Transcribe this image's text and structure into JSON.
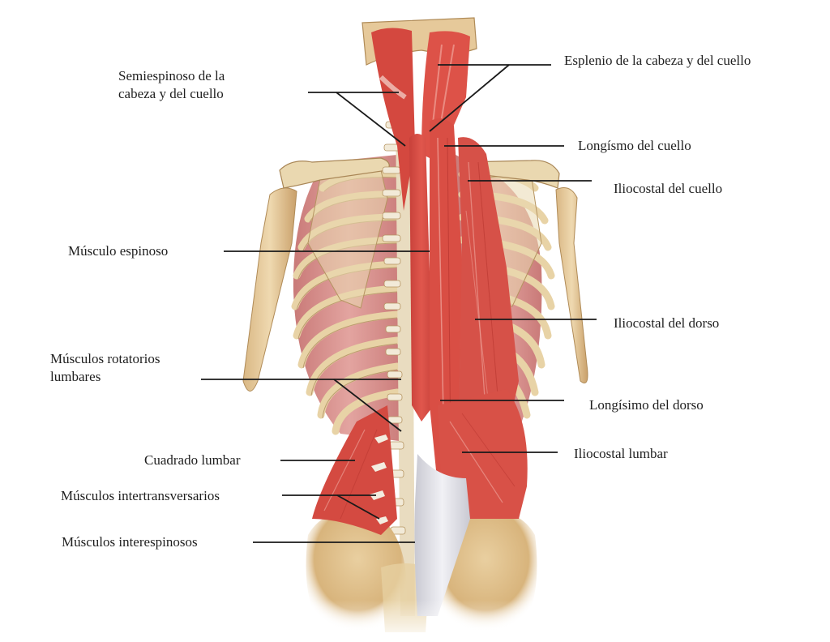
{
  "figure": {
    "subject": "Deep back muscles, posterior view",
    "colors": {
      "background": "#ffffff",
      "muscle": "#d9534a",
      "muscle_dark": "#b8352f",
      "muscle_light": "#ec8a80",
      "bone": "#ead8b0",
      "bone_shadow": "#c9ab78",
      "tendon": "#e4e4ea",
      "leader_line": "#1a1a1a",
      "text": "#1f1f1f"
    }
  },
  "labels": {
    "left": [
      {
        "id": "semiespinoso",
        "text": "Semiespinoso de la\ncabeza y del cuello"
      },
      {
        "id": "espinoso",
        "text": "Músculo espinoso"
      },
      {
        "id": "rotatorios",
        "text": "Músculos rotatorios\nlumbares"
      },
      {
        "id": "cuadrado",
        "text": "Cuadrado lumbar"
      },
      {
        "id": "intertransversarios",
        "text": "Músculos intertransversarios"
      },
      {
        "id": "interespinosos",
        "text": "Músculos interespinosos"
      }
    ],
    "right": [
      {
        "id": "esplenio",
        "text": "Esplenio de la cabeza y del cuello"
      },
      {
        "id": "longisimo-cuello",
        "text": "Longísmo del cuello"
      },
      {
        "id": "iliocostal-cuello",
        "text": "Iliocostal del cuello"
      },
      {
        "id": "iliocostal-dorso",
        "text": "Iliocostal del dorso"
      },
      {
        "id": "longisimo-dorso",
        "text": "Longísimo del dorso"
      },
      {
        "id": "iliocostal-lumbar",
        "text": "Iliocostal lumbar"
      }
    ]
  }
}
